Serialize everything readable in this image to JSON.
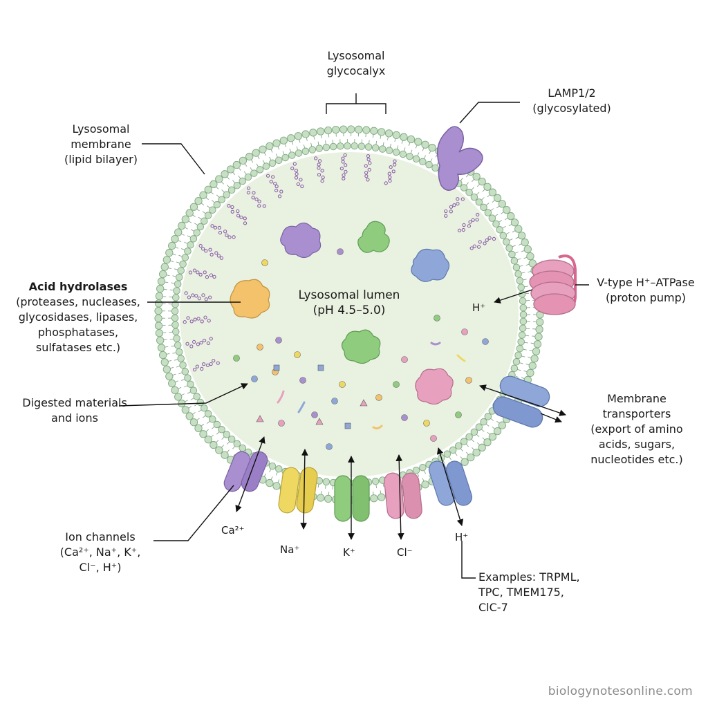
{
  "title": {
    "line1": "Lysosomal",
    "line2": "glycocalyx"
  },
  "labels": {
    "membrane": {
      "line1": "Lysosomal",
      "line2": "membrane",
      "line3": "(lipid bilayer)"
    },
    "lamp": {
      "line1": "LAMP1/2",
      "line2": "(glycosylated)"
    },
    "hydrolases": {
      "line1": "Acid hydrolases",
      "line2": "(proteases, nucleases,",
      "line3": "glycosidases, lipases,",
      "line4": "phosphatases,",
      "line5": "sulfatases etc.)"
    },
    "lumen": {
      "line1": "Lysosomal lumen",
      "line2": "(pH 4.5–5.0)"
    },
    "atpase": {
      "line1": "V-type H⁺–ATPase",
      "line2": "(proton pump)"
    },
    "h_inner": "H⁺",
    "digested": {
      "line1": "Digested materials",
      "line2": "and ions"
    },
    "transporters": {
      "line1": "Membrane",
      "line2": "transporters",
      "line3": "(export of amino",
      "line4": "acids, sugars,",
      "line5": "nucleotides etc.)"
    },
    "ion_channels": {
      "line1": "Ion channels",
      "line2": "(Ca²⁺, Na⁺, K⁺,",
      "line3": "Cl⁻, H⁺)"
    },
    "examples": {
      "line1": "Examples: TRPML,",
      "line2": "TPC, TMEM175,",
      "line3": "ClC-7"
    }
  },
  "ions": [
    "Ca²⁺",
    "Na⁺",
    "K⁺",
    "Cl⁻",
    "H⁺"
  ],
  "watermark": "biologynotesonline.com",
  "colors": {
    "lumen": "#e9f2e1",
    "lipid_head": "#c7dfc3",
    "lipid_stroke": "#7fa882",
    "glycocalyx": "#8e62a8",
    "purple": "#a98fd0",
    "yellow": "#efd862",
    "green": "#8fcc7e",
    "pink": "#e7a0bd",
    "blue": "#8ea7d8",
    "orange": "#f3c26b"
  }
}
